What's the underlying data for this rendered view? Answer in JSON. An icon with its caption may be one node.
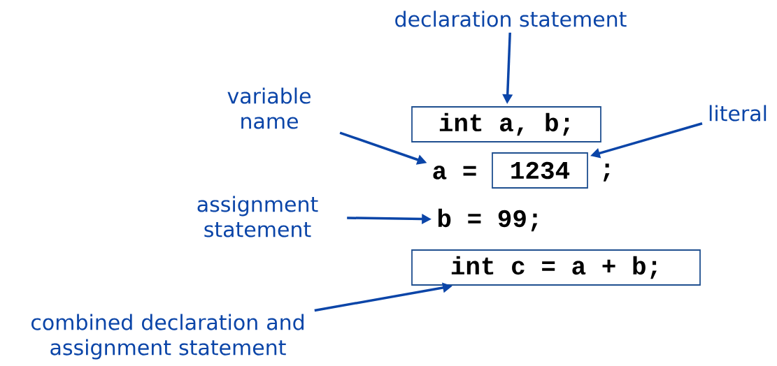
{
  "diagram": {
    "nodes": [
      {
        "text": [
          "declaration statement"
        ]
      },
      {
        "text": [
          "int a, b;"
        ]
      },
      {
        "text": [
          "variable name"
        ]
      },
      {
        "text": [
          "a ="
        ]
      },
      {
        "text": [
          "literal"
        ]
      },
      {
        "text": [
          "1234"
        ]
      },
      {
        "text": [
          "assignment statement"
        ]
      },
      {
        "text": [
          "b = 99;"
        ]
      },
      {
        "text": [
          "int c = a + b;"
        ]
      },
      {
        "text": [
          "combined declaration and assignment statement"
        ]
      }
    ],
    "edges": [
      {
        "from": 0,
        "to": 1,
        "arrow": "to"
      },
      {
        "from": 2,
        "to": 3,
        "arrow": "to"
      },
      {
        "from": 4,
        "to": 5,
        "arrow": "to"
      },
      {
        "from": 6,
        "to": 7,
        "arrow": "to"
      },
      {
        "from": 9,
        "to": 8,
        "arrow": "to"
      }
    ],
    "labels": [
      ";"
    ]
  }
}
